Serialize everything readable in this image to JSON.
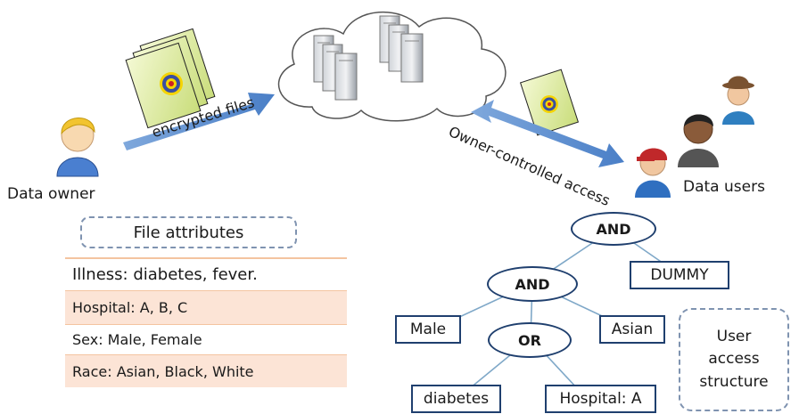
{
  "labels": {
    "data_owner": "Data owner",
    "data_users": "Data users",
    "encrypted_files": "encrypted files",
    "owner_controlled_access": "Owner-controlled access"
  },
  "file_attributes": {
    "title": "File attributes",
    "rows": [
      "Illness: diabetes, fever.",
      "Hospital: A, B, C",
      "Sex: Male, Female",
      "Race: Asian, Black, White"
    ]
  },
  "access_tree": {
    "root": "AND",
    "and2": "AND",
    "or": "OR",
    "dummy": "DUMMY",
    "male": "Male",
    "asian": "Asian",
    "diabetes": "diabetes",
    "hospital": "Hospital: A"
  },
  "access_structure": {
    "line1": "User",
    "line2": "access",
    "line3": "structure"
  },
  "colors": {
    "arrow": "#5b8fd0",
    "tree_border": "#1f3f6e",
    "attr_shade": "#fce4d6",
    "attr_separator": "#f0b080",
    "dashed_border": "#7f93b0"
  }
}
